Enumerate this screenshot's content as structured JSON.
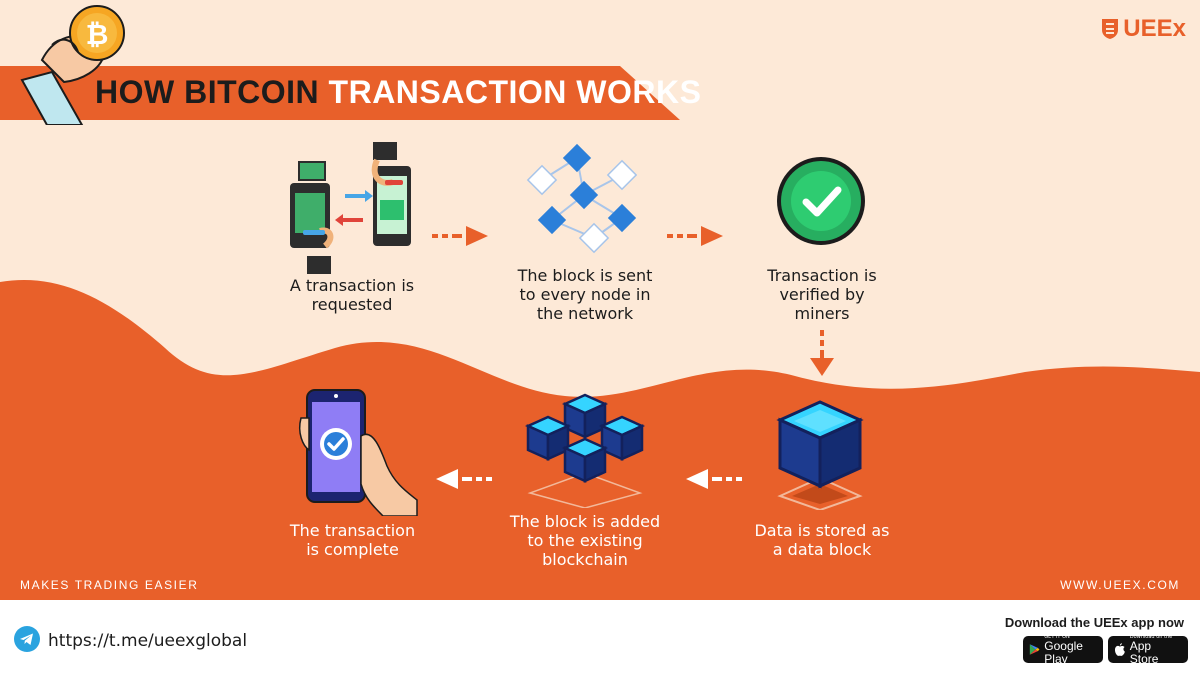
{
  "header": {
    "title_part1": "HOW BITCOIN",
    "title_part2": "TRANSACTION WORKS",
    "logo_text": "UEEx"
  },
  "steps": [
    {
      "label": "A transaction is\nrequested"
    },
    {
      "label": "The block is sent\nto every node in\nthe network"
    },
    {
      "label": "Transaction is\nverified by\nminers"
    },
    {
      "label": "Data is stored as\na data block"
    },
    {
      "label": "The block is added\nto the existing\nblockchain"
    },
    {
      "label": "The transaction\nis complete"
    }
  ],
  "tagline": "MAKES TRADING EASIER",
  "website": "WWW.UEEX.COM",
  "footer": {
    "telegram_link": "https://t.me/ueexglobal",
    "download_text": "Download the UEEx app now",
    "google_play_small": "GET IT ON",
    "google_play_big": "Google Play",
    "app_store_small": "Download on the",
    "app_store_big": "App Store"
  },
  "colors": {
    "accent": "#e8602a",
    "background": "#fde9d7",
    "dark": "#1c1c1c"
  }
}
